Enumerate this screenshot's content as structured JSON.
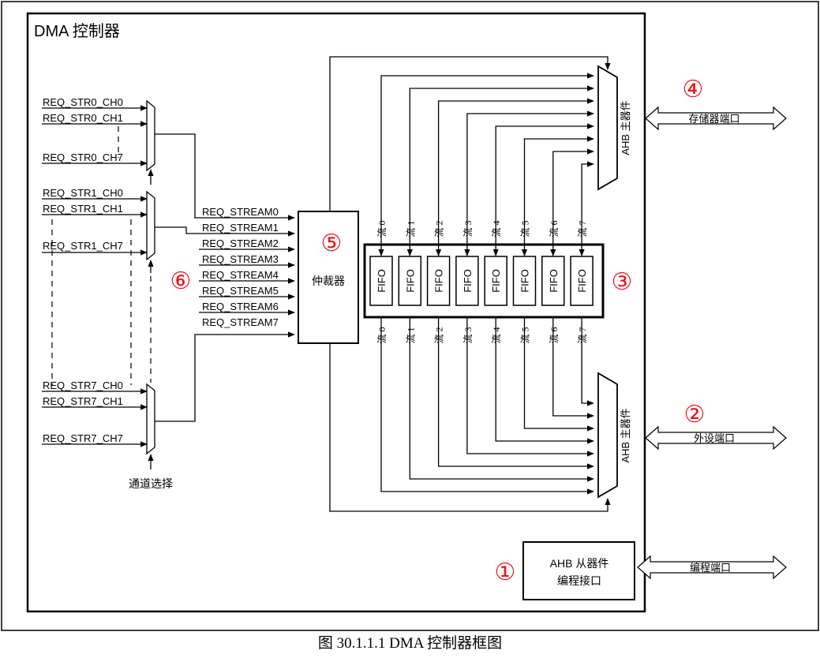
{
  "controller_title": "DMA 控制器",
  "req_inputs": {
    "str0": [
      "REQ_STR0_CH0",
      "REQ_STR0_CH1",
      "REQ_STR0_CH7"
    ],
    "str1": [
      "REQ_STR1_CH0",
      "REQ_STR1_CH1",
      "REQ_STR1_CH7"
    ],
    "str7": [
      "REQ_STR7_CH0",
      "REQ_STR7_CH1",
      "REQ_STR7_CH7"
    ]
  },
  "channel_select_label": "通道选择",
  "streams": [
    "REQ_STREAM0",
    "REQ_STREAM1",
    "REQ_STREAM2",
    "REQ_STREAM3",
    "REQ_STREAM4",
    "REQ_STREAM5",
    "REQ_STREAM6",
    "REQ_STREAM7"
  ],
  "arbiter_label": "仲裁器",
  "fifo_label": "FIFO",
  "fifo_stream_labels": [
    "流 0",
    "流 1",
    "流 2",
    "流 3",
    "流 4",
    "流 5",
    "流 6",
    "流 7"
  ],
  "ahb_master_label": "AHB 主器件",
  "memory_port_label": "存储器端口",
  "peripheral_port_label": "外设端口",
  "ahb_slave": {
    "line1": "AHB 从器件",
    "line2": "编程接口"
  },
  "programming_port_label": "编程端口",
  "markers": {
    "m1": "①",
    "m2": "②",
    "m3": "③",
    "m4": "④",
    "m5": "⑤",
    "m6": "⑥"
  },
  "caption": "图 30.1.1.1 DMA 控制器框图",
  "colors": {
    "marker": "#e8141c",
    "line": "#000000"
  }
}
